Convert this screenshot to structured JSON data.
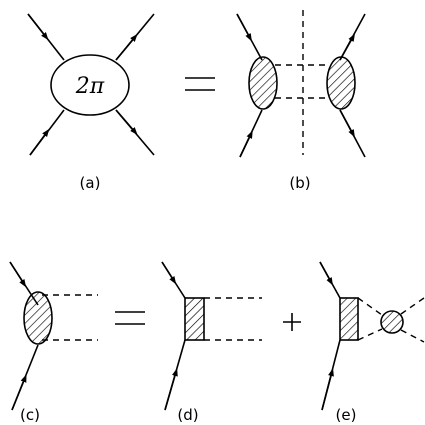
{
  "diagram": {
    "blob_label": "2π",
    "labels": {
      "a": "(a)",
      "b": "(b)",
      "c": "(c)",
      "d": "(d)",
      "e": "(e)"
    }
  }
}
